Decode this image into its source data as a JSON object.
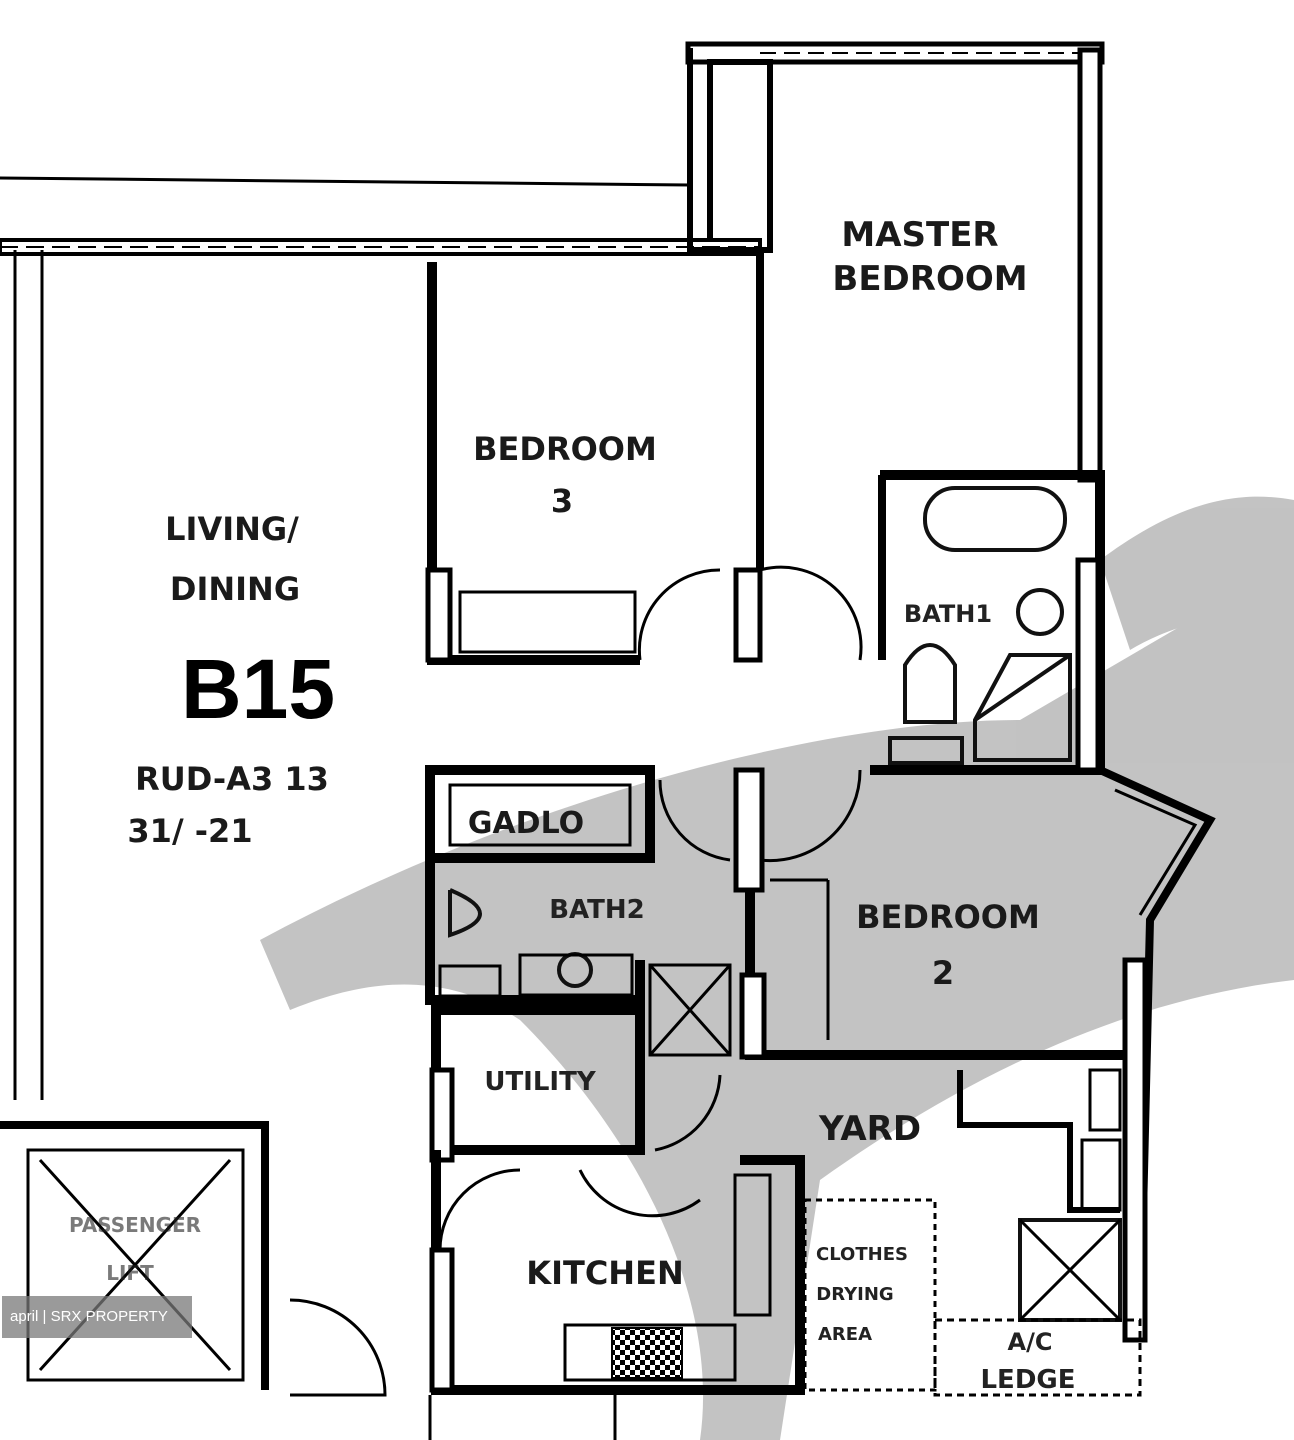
{
  "plan": {
    "unit_code": "B15",
    "ref_line1": "RUD-A3 13",
    "ref_line2": "31/ -21",
    "rooms": {
      "master_bedroom": [
        "MASTER",
        "BEDROOM"
      ],
      "bedroom3": [
        "BEDROOM",
        "3"
      ],
      "living": [
        "LIVING/",
        "DINING"
      ],
      "bath1": "BATH1",
      "garage_store": "GADLO",
      "bath2": "BATH2",
      "bedroom2": [
        "BEDROOM",
        "2"
      ],
      "utility": "UTILITY",
      "yard": "YARD",
      "kitchen": "KITCHEN",
      "clothes_drying": [
        "CLOTHES",
        "DRYING",
        "AREA"
      ],
      "ac_ledge": [
        "A/C",
        "LEDGE"
      ],
      "passenger_lift": [
        "PASSENGER",
        "LIFT"
      ]
    }
  },
  "watermark": "april | SRX PROPERTY",
  "colors": {
    "walls": "#000000",
    "watermark_band": "#b5b5b5",
    "background": "#ffffff"
  }
}
